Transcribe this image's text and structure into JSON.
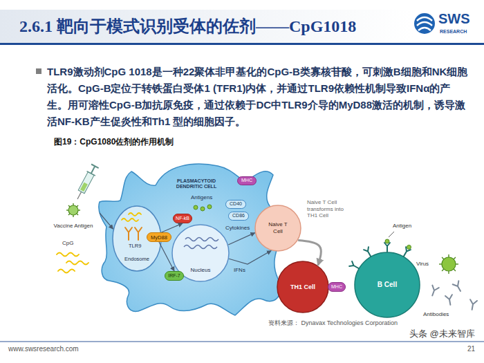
{
  "diagram": {
    "title": "2.6.1 靶向于模式识别受体的佐剂——CpG1018",
    "caption": "图19：CpG1080佐剂的作用机制",
    "nodes": [
      {
        "text": [
          "PLASMACYTOID DENDRITIC CELL"
        ]
      },
      {
        "text": [
          "Endosome"
        ],
        "in": 0
      },
      {
        "text": [
          "MyD88"
        ],
        "in": 0
      },
      {
        "text": [
          "Nucleus"
        ],
        "in": 0
      },
      {
        "text": [
          "NF-kB"
        ],
        "in": 0
      },
      {
        "text": [
          "IRF-7"
        ],
        "in": 0
      },
      {
        "text": [
          "MHC"
        ],
        "in": 0
      },
      {
        "text": [
          "CD40"
        ],
        "in": 0
      },
      {
        "text": [
          "CD86"
        ],
        "in": 0
      },
      {
        "text": [
          "Naive T Cell"
        ]
      },
      {
        "text": [
          "TH1 Cell"
        ]
      },
      {
        "text": [
          "MHC"
        ]
      },
      {
        "text": [
          "B Cell"
        ]
      },
      {
        "text": [
          "Vaccine Antigen"
        ]
      },
      {
        "text": [
          "Virus"
        ]
      }
    ],
    "edges": [
      {
        "from": 13,
        "to": 1,
        "arrow": "to"
      },
      {
        "from": 2,
        "to": 4,
        "arrow": "to"
      },
      {
        "from": 2,
        "to": 5,
        "arrow": "to"
      },
      {
        "from": 3,
        "to": 9,
        "label": "Cytokines",
        "arrow": "to"
      },
      {
        "from": 3,
        "to": 9,
        "label": "IFNs",
        "arrow": "to"
      },
      {
        "from": 9,
        "to": 10,
        "label": "Naive T Cell transforms into TH1 Cell",
        "arrow": "to"
      }
    ],
    "labels": [
      "SWS",
      "RESEARCH",
      "TLR9激动剂CpG 1018是一种22聚体非甲基化的CpG-B类寡核苷酸，可刺激B细胞和NK细胞活化。CpG-B定位于转铁蛋白受体1 (TFR1)内体，并通过TLR9依赖性机制导致IFNα的产生。用可溶性CpG-B加抗原免疫，通过依赖于DC中TLR9介导的MyD88激活的机制，诱导激活NF-KB产生促炎性和Th1 型的细胞因子。",
      "Antigens",
      "TLR9",
      "CpG",
      "Antigen",
      "Antibodies",
      "资料来源： Dynavax Technologies Corporation",
      "头条 @未来智库",
      "www.swsresearch.com",
      "21"
    ]
  }
}
